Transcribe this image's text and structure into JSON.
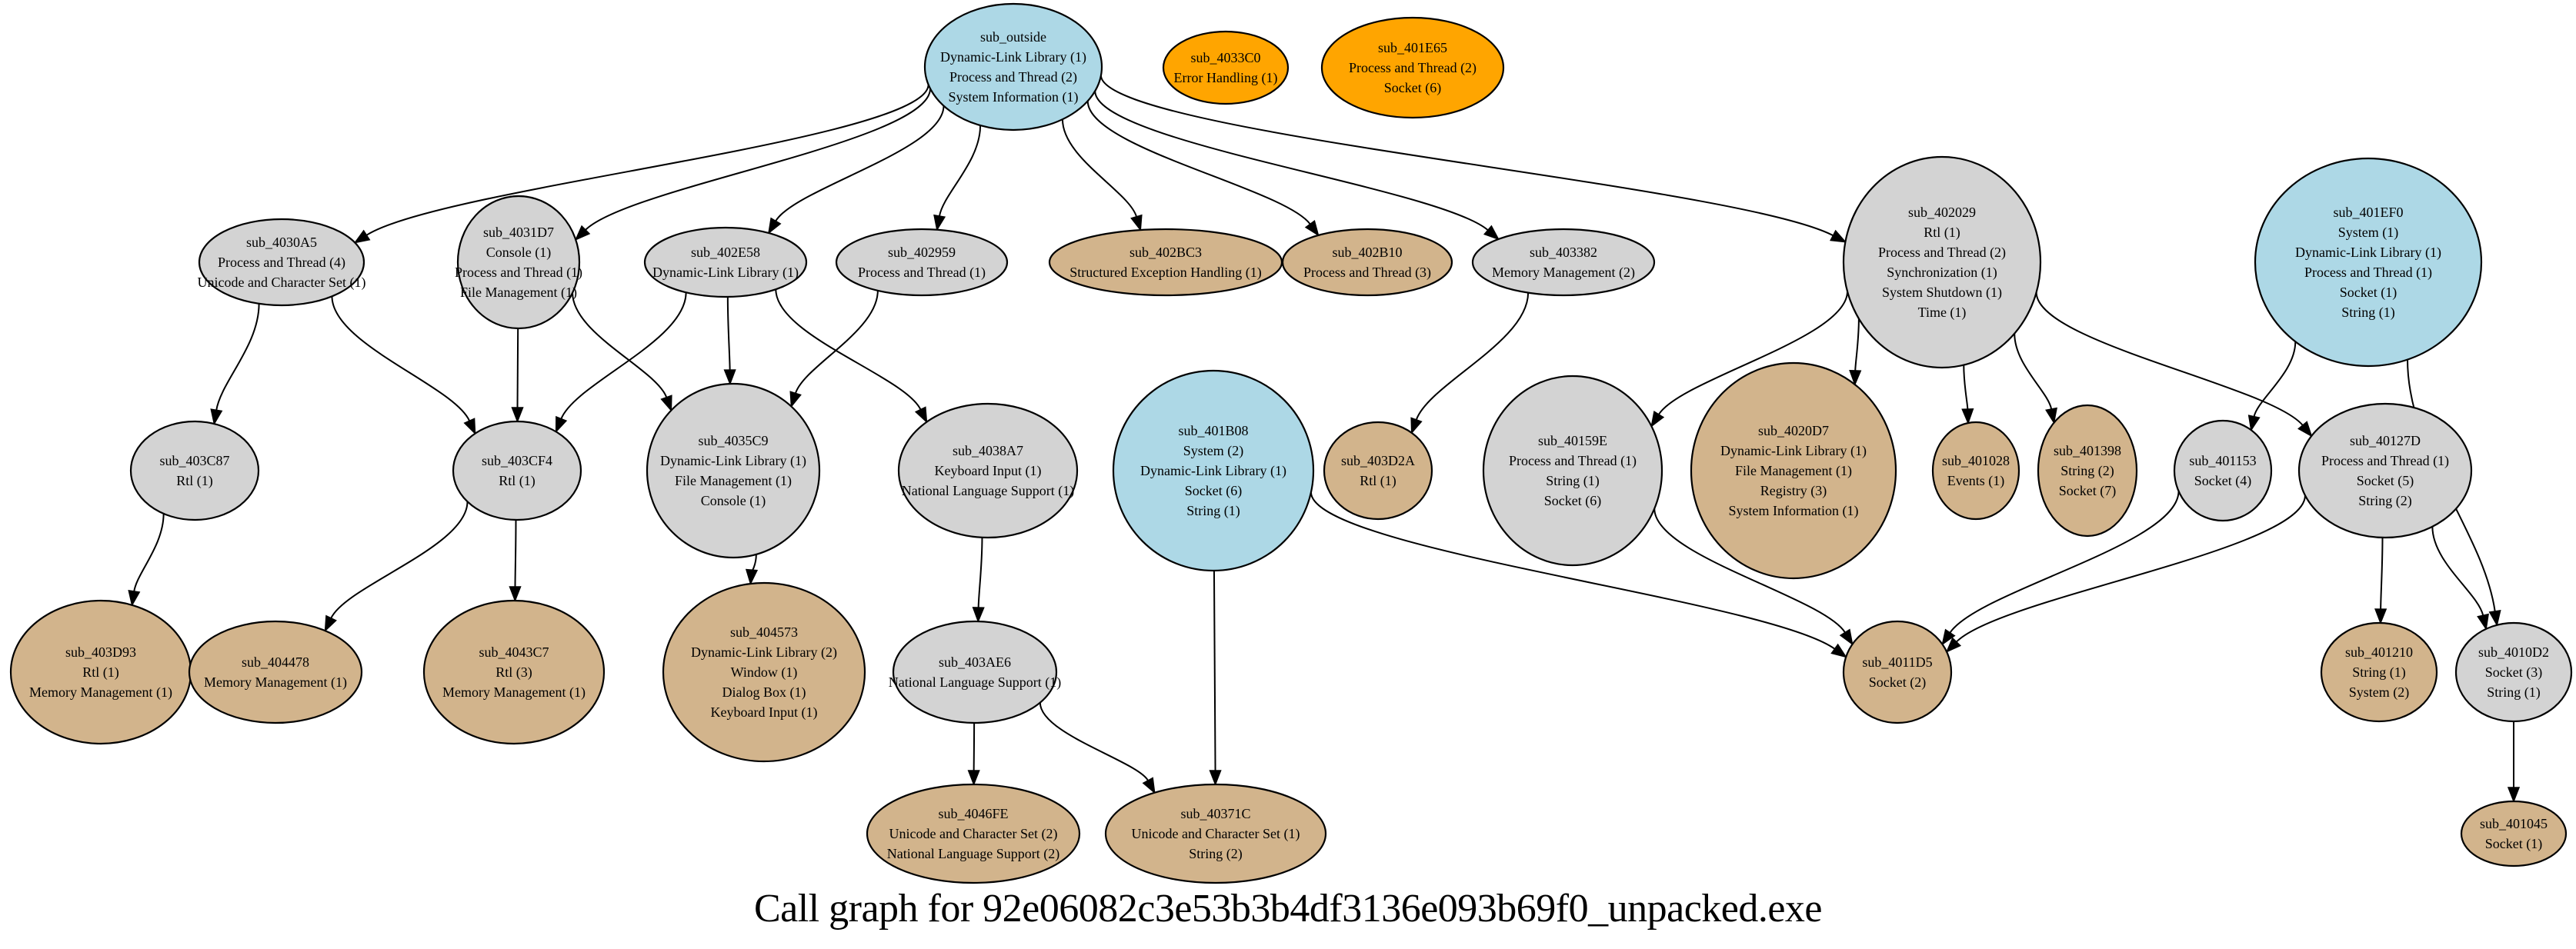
{
  "title": "Call graph for 92e06082c3e53b3b4df3136e093b69f0_unpacked.exe",
  "colors": {
    "external": "#add8e6",
    "internal": "#d3d3d3",
    "leaf": "#d2b48c",
    "isolated": "#ffa500",
    "edge": "#000000",
    "background": "#ffffff"
  },
  "nodes": [
    {
      "id": "sub_outside",
      "kind": "external",
      "lines": [
        "sub_outside",
        "Dynamic-Link Library (1)",
        "Process and Thread (2)",
        "System Information (1)"
      ]
    },
    {
      "id": "sub_4033C0",
      "kind": "isolated",
      "lines": [
        "sub_4033C0",
        "Error Handling (1)"
      ]
    },
    {
      "id": "sub_401E65",
      "kind": "isolated",
      "lines": [
        "sub_401E65",
        "Process and Thread (2)",
        "Socket (6)"
      ]
    },
    {
      "id": "sub_4030A5",
      "kind": "internal",
      "lines": [
        "sub_4030A5",
        "Process and Thread (4)",
        "Unicode and Character Set (1)"
      ]
    },
    {
      "id": "sub_4031D7",
      "kind": "internal",
      "lines": [
        "sub_4031D7",
        "Console (1)",
        "Process and Thread (1)",
        "File Management (1)"
      ]
    },
    {
      "id": "sub_402E58",
      "kind": "internal",
      "lines": [
        "sub_402E58",
        "Dynamic-Link Library (1)"
      ]
    },
    {
      "id": "sub_402959",
      "kind": "internal",
      "lines": [
        "sub_402959",
        "Process and Thread (1)"
      ]
    },
    {
      "id": "sub_402BC3",
      "kind": "leaf",
      "lines": [
        "sub_402BC3",
        "Structured Exception Handling (1)"
      ]
    },
    {
      "id": "sub_402B10",
      "kind": "leaf",
      "lines": [
        "sub_402B10",
        "Process and Thread (3)"
      ]
    },
    {
      "id": "sub_403382",
      "kind": "internal",
      "lines": [
        "sub_403382",
        "Memory Management (2)"
      ]
    },
    {
      "id": "sub_402029",
      "kind": "internal",
      "lines": [
        "sub_402029",
        "Rtl (1)",
        "Process and Thread (2)",
        "Synchronization (1)",
        "System Shutdown (1)",
        "Time (1)"
      ]
    },
    {
      "id": "sub_401EF0",
      "kind": "external",
      "lines": [
        "sub_401EF0",
        "System (1)",
        "Dynamic-Link Library (1)",
        "Process and Thread (1)",
        "Socket (1)",
        "String (1)"
      ]
    },
    {
      "id": "sub_403C87",
      "kind": "internal",
      "lines": [
        "sub_403C87",
        "Rtl (1)"
      ]
    },
    {
      "id": "sub_403CF4",
      "kind": "internal",
      "lines": [
        "sub_403CF4",
        "Rtl (1)"
      ]
    },
    {
      "id": "sub_4035C9",
      "kind": "internal",
      "lines": [
        "sub_4035C9",
        "Dynamic-Link Library (1)",
        "File Management (1)",
        "Console (1)"
      ]
    },
    {
      "id": "sub_4038A7",
      "kind": "internal",
      "lines": [
        "sub_4038A7",
        "Keyboard Input (1)",
        "National Language Support (1)"
      ]
    },
    {
      "id": "sub_401B08",
      "kind": "external",
      "lines": [
        "sub_401B08",
        "System (2)",
        "Dynamic-Link Library (1)",
        "Socket (6)",
        "String (1)"
      ]
    },
    {
      "id": "sub_403D2A",
      "kind": "leaf",
      "lines": [
        "sub_403D2A",
        "Rtl (1)"
      ]
    },
    {
      "id": "sub_40159E",
      "kind": "internal",
      "lines": [
        "sub_40159E",
        "Process and Thread (1)",
        "String (1)",
        "Socket (6)"
      ]
    },
    {
      "id": "sub_4020D7",
      "kind": "leaf",
      "lines": [
        "sub_4020D7",
        "Dynamic-Link Library (1)",
        "File Management (1)",
        "Registry (3)",
        "System Information (1)"
      ]
    },
    {
      "id": "sub_401028",
      "kind": "leaf",
      "lines": [
        "sub_401028",
        "Events (1)"
      ]
    },
    {
      "id": "sub_401398",
      "kind": "leaf",
      "lines": [
        "sub_401398",
        "String (2)",
        "Socket (7)"
      ]
    },
    {
      "id": "sub_401153",
      "kind": "internal",
      "lines": [
        "sub_401153",
        "Socket (4)"
      ]
    },
    {
      "id": "sub_40127D",
      "kind": "internal",
      "lines": [
        "sub_40127D",
        "Process and Thread (1)",
        "Socket (5)",
        "String (2)"
      ]
    },
    {
      "id": "sub_403D93",
      "kind": "leaf",
      "lines": [
        "sub_403D93",
        "Rtl (1)",
        "Memory Management (1)"
      ]
    },
    {
      "id": "sub_404478",
      "kind": "leaf",
      "lines": [
        "sub_404478",
        "Memory Management (1)"
      ]
    },
    {
      "id": "sub_4043C7",
      "kind": "leaf",
      "lines": [
        "sub_4043C7",
        "Rtl (3)",
        "Memory Management (1)"
      ]
    },
    {
      "id": "sub_404573",
      "kind": "leaf",
      "lines": [
        "sub_404573",
        "Dynamic-Link Library (2)",
        "Window (1)",
        "Dialog Box (1)",
        "Keyboard Input (1)"
      ]
    },
    {
      "id": "sub_403AE6",
      "kind": "internal",
      "lines": [
        "sub_403AE6",
        "National Language Support (1)"
      ]
    },
    {
      "id": "sub_4011D5",
      "kind": "leaf",
      "lines": [
        "sub_4011D5",
        "Socket (2)"
      ]
    },
    {
      "id": "sub_401210",
      "kind": "leaf",
      "lines": [
        "sub_401210",
        "String (1)",
        "System (2)"
      ]
    },
    {
      "id": "sub_4010D2",
      "kind": "internal",
      "lines": [
        "sub_4010D2",
        "Socket (3)",
        "String (1)"
      ]
    },
    {
      "id": "sub_4046FE",
      "kind": "leaf",
      "lines": [
        "sub_4046FE",
        "Unicode and Character Set (2)",
        "National Language Support (2)"
      ]
    },
    {
      "id": "sub_40371C",
      "kind": "leaf",
      "lines": [
        "sub_40371C",
        "Unicode and Character Set (1)",
        "String (2)"
      ]
    },
    {
      "id": "sub_401045",
      "kind": "leaf",
      "lines": [
        "sub_401045",
        "Socket (1)"
      ]
    }
  ],
  "edges": [
    [
      "sub_outside",
      "sub_4030A5"
    ],
    [
      "sub_outside",
      "sub_4031D7"
    ],
    [
      "sub_outside",
      "sub_402E58"
    ],
    [
      "sub_outside",
      "sub_402959"
    ],
    [
      "sub_outside",
      "sub_402BC3"
    ],
    [
      "sub_outside",
      "sub_402B10"
    ],
    [
      "sub_outside",
      "sub_403382"
    ],
    [
      "sub_outside",
      "sub_402029"
    ],
    [
      "sub_4030A5",
      "sub_403C87"
    ],
    [
      "sub_4030A5",
      "sub_403CF4"
    ],
    [
      "sub_4031D7",
      "sub_403CF4"
    ],
    [
      "sub_4031D7",
      "sub_4035C9"
    ],
    [
      "sub_402E58",
      "sub_403CF4"
    ],
    [
      "sub_402E58",
      "sub_4035C9"
    ],
    [
      "sub_402E58",
      "sub_4038A7"
    ],
    [
      "sub_402959",
      "sub_4035C9"
    ],
    [
      "sub_403382",
      "sub_403D2A"
    ],
    [
      "sub_402029",
      "sub_40159E"
    ],
    [
      "sub_402029",
      "sub_4020D7"
    ],
    [
      "sub_402029",
      "sub_401028"
    ],
    [
      "sub_402029",
      "sub_401398"
    ],
    [
      "sub_402029",
      "sub_40127D"
    ],
    [
      "sub_401EF0",
      "sub_401153"
    ],
    [
      "sub_401EF0",
      "sub_4010D2"
    ],
    [
      "sub_403C87",
      "sub_403D93"
    ],
    [
      "sub_403CF4",
      "sub_404478"
    ],
    [
      "sub_403CF4",
      "sub_4043C7"
    ],
    [
      "sub_4035C9",
      "sub_404573"
    ],
    [
      "sub_4038A7",
      "sub_403AE6"
    ],
    [
      "sub_401B08",
      "sub_4011D5"
    ],
    [
      "sub_401B08",
      "sub_40371C"
    ],
    [
      "sub_40159E",
      "sub_4011D5"
    ],
    [
      "sub_401153",
      "sub_4011D5"
    ],
    [
      "sub_40127D",
      "sub_4011D5"
    ],
    [
      "sub_40127D",
      "sub_401210"
    ],
    [
      "sub_40127D",
      "sub_4010D2"
    ],
    [
      "sub_403AE6",
      "sub_4046FE"
    ],
    [
      "sub_403AE6",
      "sub_40371C"
    ],
    [
      "sub_4010D2",
      "sub_401045"
    ]
  ]
}
